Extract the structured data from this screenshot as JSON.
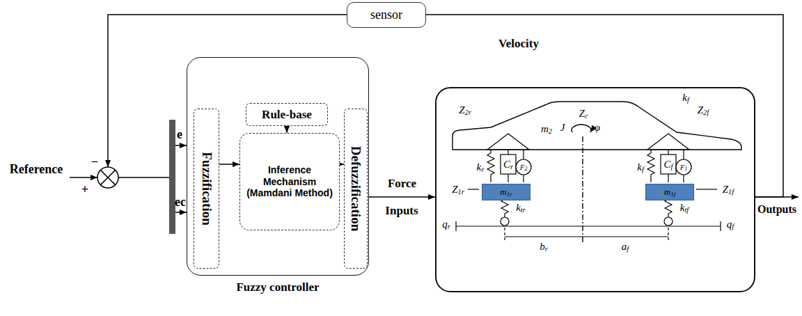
{
  "diagram": {
    "nodes": [
      {
        "text": [
          "sensor"
        ]
      },
      {
        "text": [
          "Fuzzy controller"
        ]
      },
      {
        "text": [
          "Fuzzification"
        ],
        "in": 1
      },
      {
        "text": [
          "Rule-base"
        ],
        "in": 1
      },
      {
        "text": [
          "Inference Mechanism (Mamdani Method)"
        ],
        "in": 1
      },
      {
        "text": [
          "Defuzzification"
        ],
        "in": 1
      },
      {
        "text": [
          "m2"
        ]
      },
      {
        "text": [
          "m1r"
        ],
        "in": 6
      },
      {
        "text": [
          "m1f"
        ],
        "in": 6
      }
    ],
    "edges": [
      {
        "from": 6,
        "to": 0,
        "label": "Velocity",
        "arrow": "none"
      },
      {
        "from": 1,
        "to": 6,
        "label": "Force",
        "arrow": "to"
      },
      {
        "from": 3,
        "to": 4,
        "arrow": "to"
      },
      {
        "from": 2,
        "to": 4,
        "arrow": "to"
      },
      {
        "from": 4,
        "to": 5,
        "arrow": "to"
      }
    ],
    "labels": [
      "−",
      "Reference",
      "+",
      "e",
      "ec",
      "Inputs",
      "Outputs",
      "Z2r",
      "kf",
      "Z2f",
      "Zc",
      "J",
      "φ",
      "kr",
      "Cr",
      "F2",
      "kf",
      "Cf",
      "F1",
      "Z1r",
      "Z1f",
      "ktr",
      "ktf",
      "qr",
      "qf",
      "br",
      "af"
    ]
  }
}
